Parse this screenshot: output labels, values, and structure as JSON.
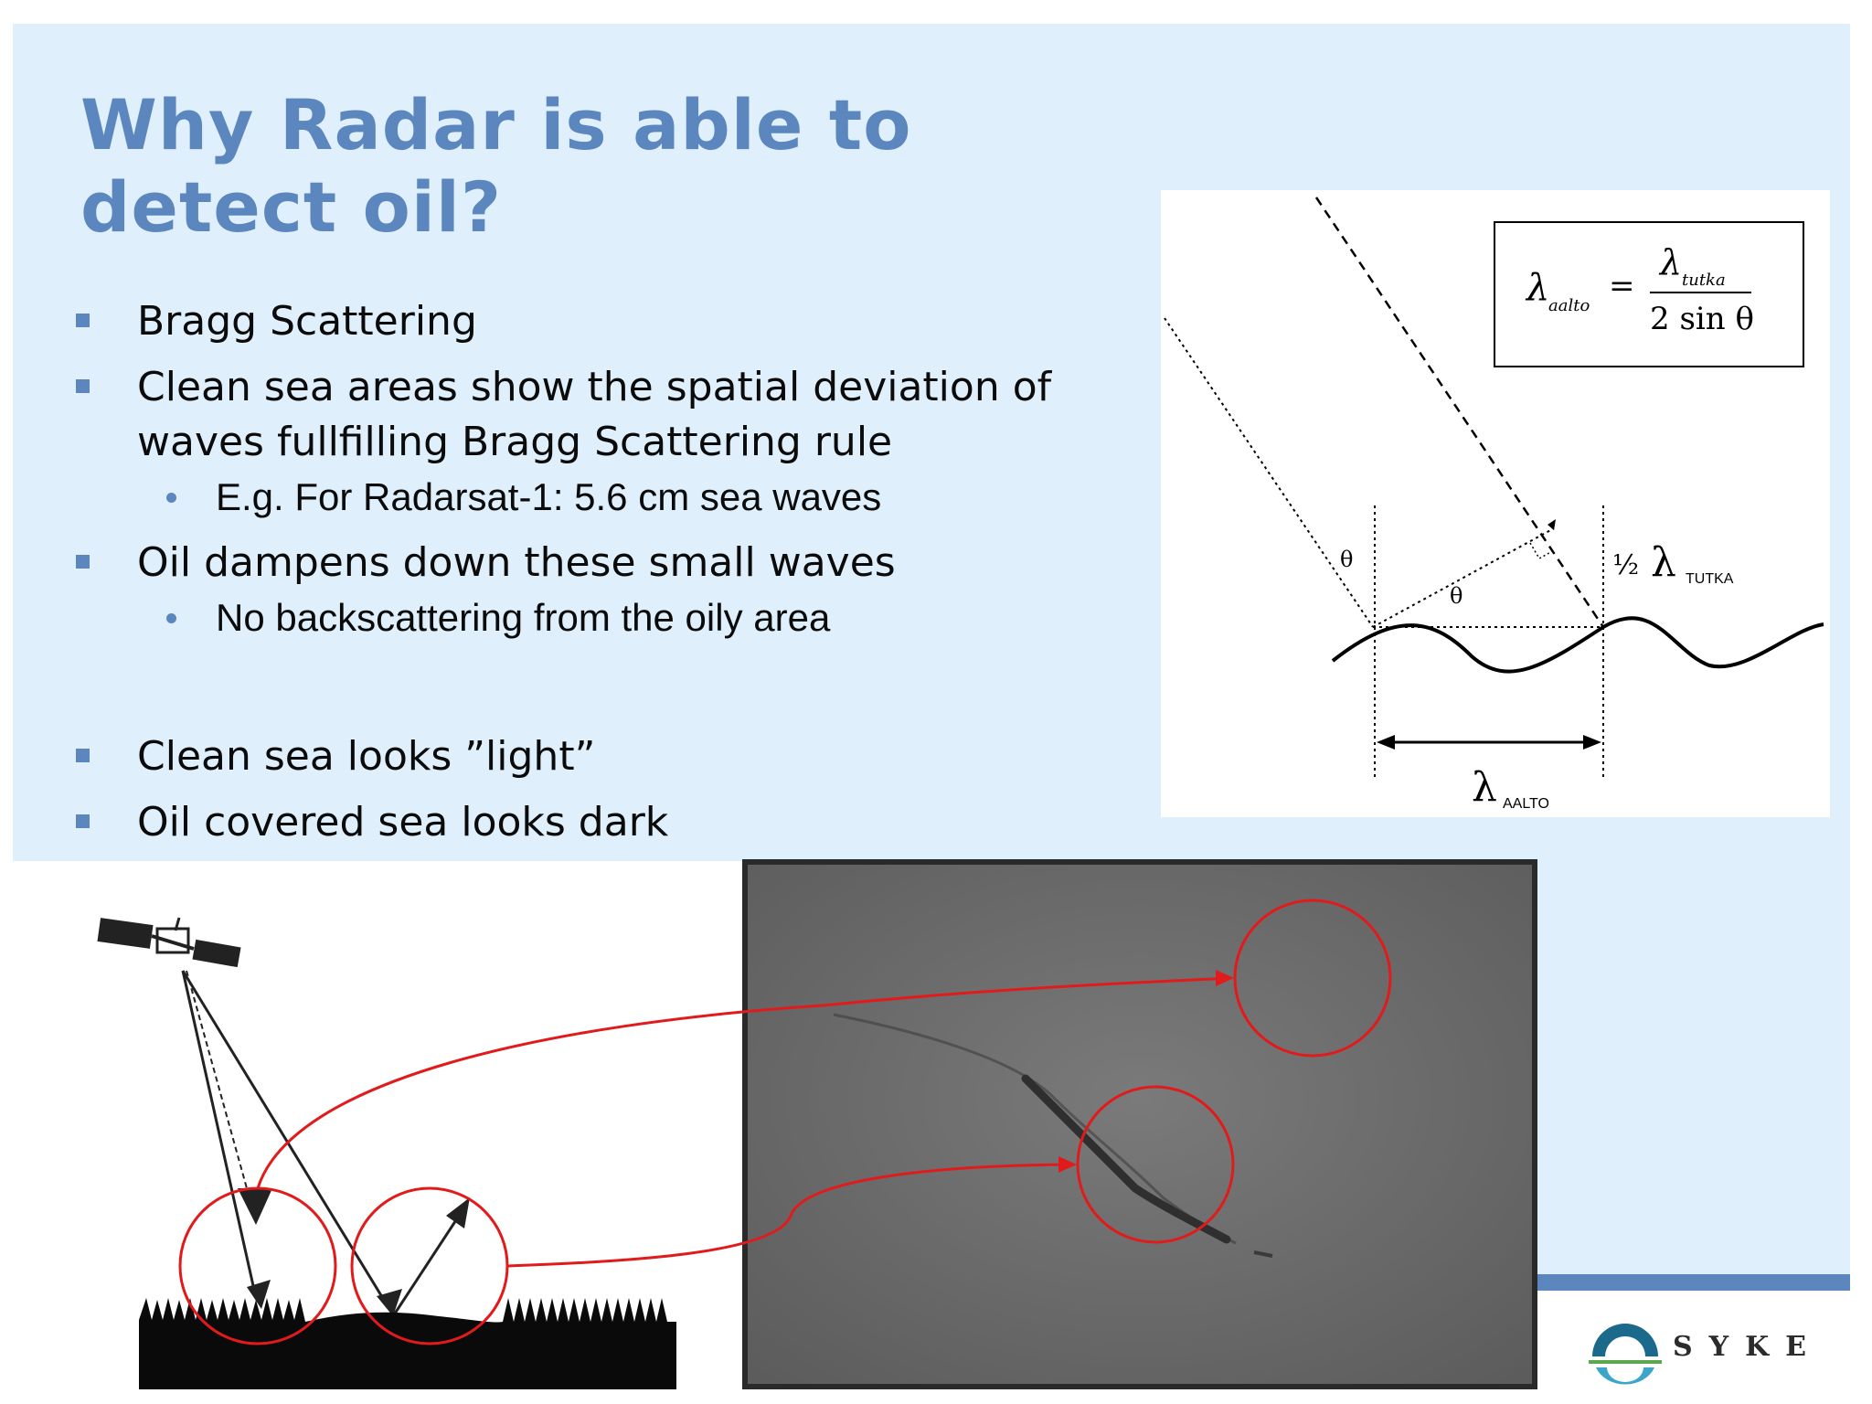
{
  "slide": {
    "title": "Why Radar is able to detect oil?",
    "bullets": [
      {
        "level": 1,
        "text": "Bragg Scattering"
      },
      {
        "level": 1,
        "text": "Clean sea areas show the spatial deviation of waves fullfilling Bragg Scattering rule"
      },
      {
        "level": 2,
        "text": "E.g. For Radarsat-1: 5.6 cm sea waves"
      },
      {
        "level": 1,
        "text": "Oil dampens down these small waves"
      },
      {
        "level": 2,
        "text": "No backscattering from the oily area"
      },
      {
        "level": 1,
        "text": "Clean sea looks ”light”"
      },
      {
        "level": 1,
        "text": "Oil covered sea looks dark"
      }
    ]
  },
  "diagram": {
    "formula_lhs": "λ",
    "formula_lhs_sub": "aalto",
    "formula_eq": "=",
    "formula_num": "λ",
    "formula_num_sub": "tutka",
    "formula_den": "2 sin θ",
    "theta_label": "θ",
    "half": "½",
    "lambda": "λ",
    "tutka_sub": "TUTKA",
    "aalto_sub": "AALTO"
  },
  "logo": {
    "text": "SYKE"
  },
  "colors": {
    "accent": "#5b87be",
    "slide_bg": "#dfeffb",
    "highlight_red": "#e11b1b",
    "sar_gray": "#4a4a4a"
  }
}
